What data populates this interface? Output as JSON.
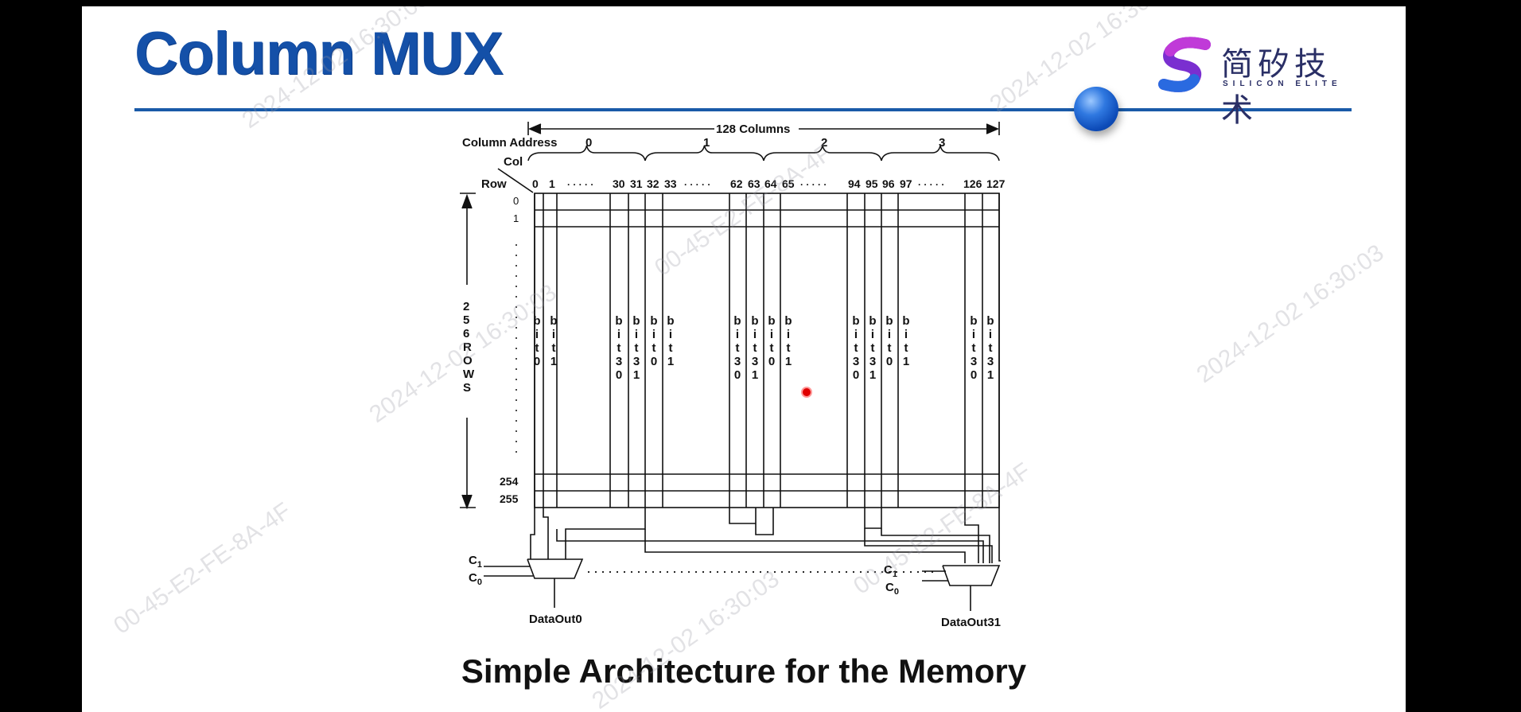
{
  "slide_title": "Column MUX",
  "logo": {
    "cn": "简矽技术",
    "en": "SILICON ELITE"
  },
  "caption": "Simple Architecture for the Memory",
  "diagram": {
    "columns_label": "128 Columns",
    "column_address_label": "Column Address",
    "address_values": [
      "0",
      "1",
      "2",
      "3"
    ],
    "col_label": "Col",
    "row_label": "Row",
    "col_numbers": [
      "0",
      "1",
      "· · · · ·",
      "30",
      "31",
      "32",
      "33",
      "· · · · ·",
      "62",
      "63",
      "64",
      "65",
      "· · · · ·",
      "94",
      "95",
      "96",
      "97",
      "· · · · ·",
      "126",
      "127"
    ],
    "row_top": [
      "0",
      "1"
    ],
    "row_bottom": [
      "254",
      "255"
    ],
    "rows_label": [
      "2",
      "5",
      "6",
      "R",
      "O",
      "W",
      "S"
    ],
    "bit_groups": [
      [
        "b",
        "i",
        "t",
        "0"
      ],
      [
        "b",
        "i",
        "t",
        "1"
      ],
      [
        "b",
        "i",
        "t",
        "3",
        "0"
      ],
      [
        "b",
        "i",
        "t",
        "3",
        "1"
      ]
    ],
    "c1": "C",
    "c1_sub": "1",
    "c0": "C",
    "c0_sub": "0",
    "dataout0": "DataOut0",
    "dataout31": "DataOut31"
  },
  "watermarks": [
    "2024-12-02 16:30:03",
    "00-45-E2-FE-8A-4F"
  ],
  "colors": {
    "title": "#1450a8",
    "rule": "#1a5aa8",
    "cursor": "#e00000"
  }
}
